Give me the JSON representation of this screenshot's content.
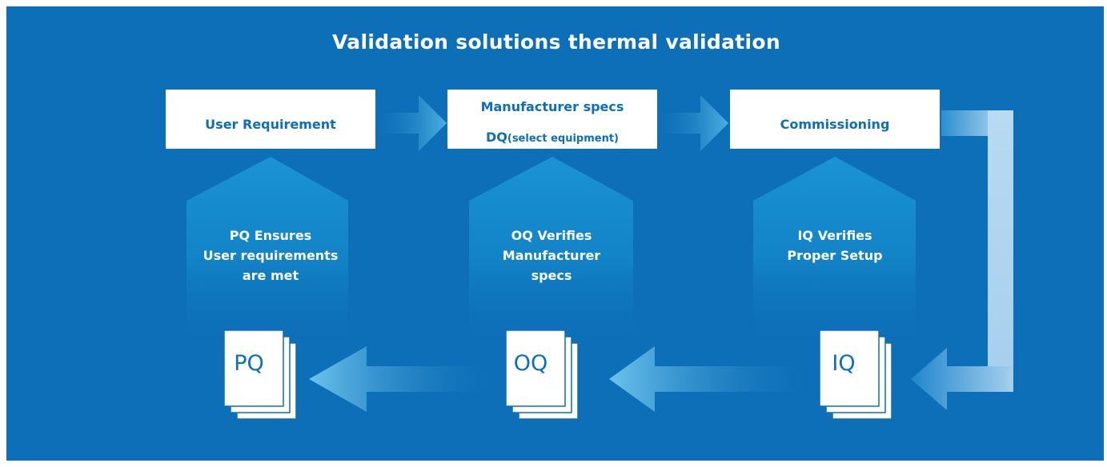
{
  "title": "Validation solutions thermal validation",
  "top_boxes": [
    {
      "id": "user-requirement",
      "lines": [
        "User  Requirement"
      ]
    },
    {
      "id": "manufacturer-specs",
      "line1": "Manufacturer specs",
      "line2_bold": "DQ",
      "line2_small": "(select equipment)"
    },
    {
      "id": "commissioning",
      "lines": [
        "Commissioning"
      ]
    }
  ],
  "qualifications": [
    {
      "id": "pq",
      "lines": [
        "PQ Ensures",
        "User requirements",
        "are met"
      ],
      "doc_label": "PQ"
    },
    {
      "id": "oq",
      "lines": [
        "OQ Verifies",
        "Manufacturer",
        "specs"
      ],
      "doc_label": "OQ"
    },
    {
      "id": "iq",
      "lines": [
        "IQ Verifies",
        "Proper Setup"
      ],
      "doc_label": "IQ"
    }
  ],
  "colors": {
    "background": "#0d6fb8",
    "box_fill": "#ffffff",
    "box_text": "#0d6fb8",
    "arrow_light": "#7fc0e6",
    "house_top": "#1690d2"
  }
}
